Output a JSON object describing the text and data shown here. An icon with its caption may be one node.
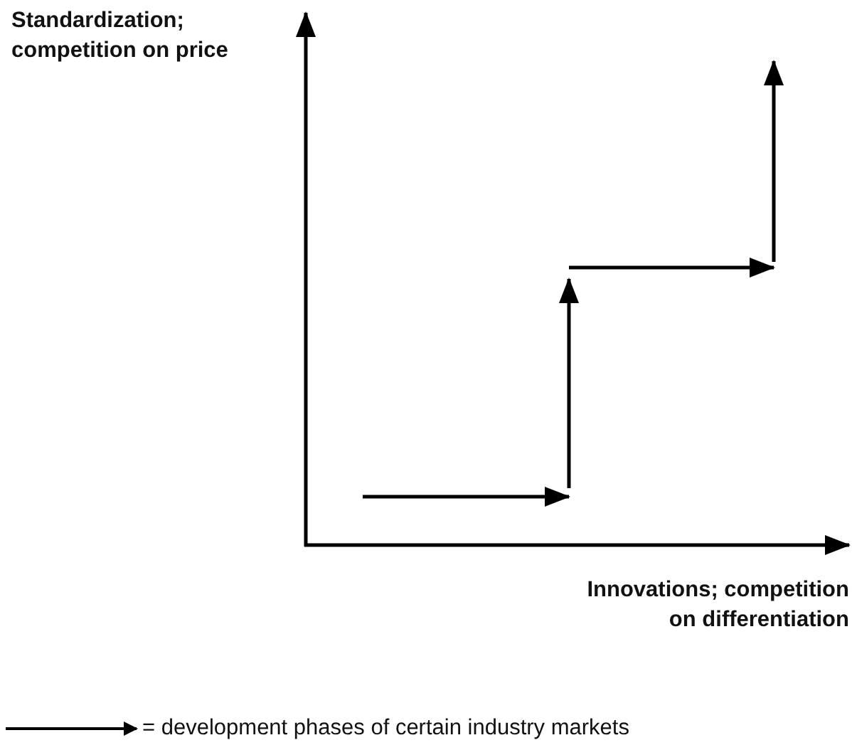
{
  "diagram": {
    "labels": [
      "Standardization; competition on price",
      "Innovations; competition on differentiation"
    ],
    "legend": [
      {
        "text": "= development phases of certain industry markets"
      }
    ]
  }
}
